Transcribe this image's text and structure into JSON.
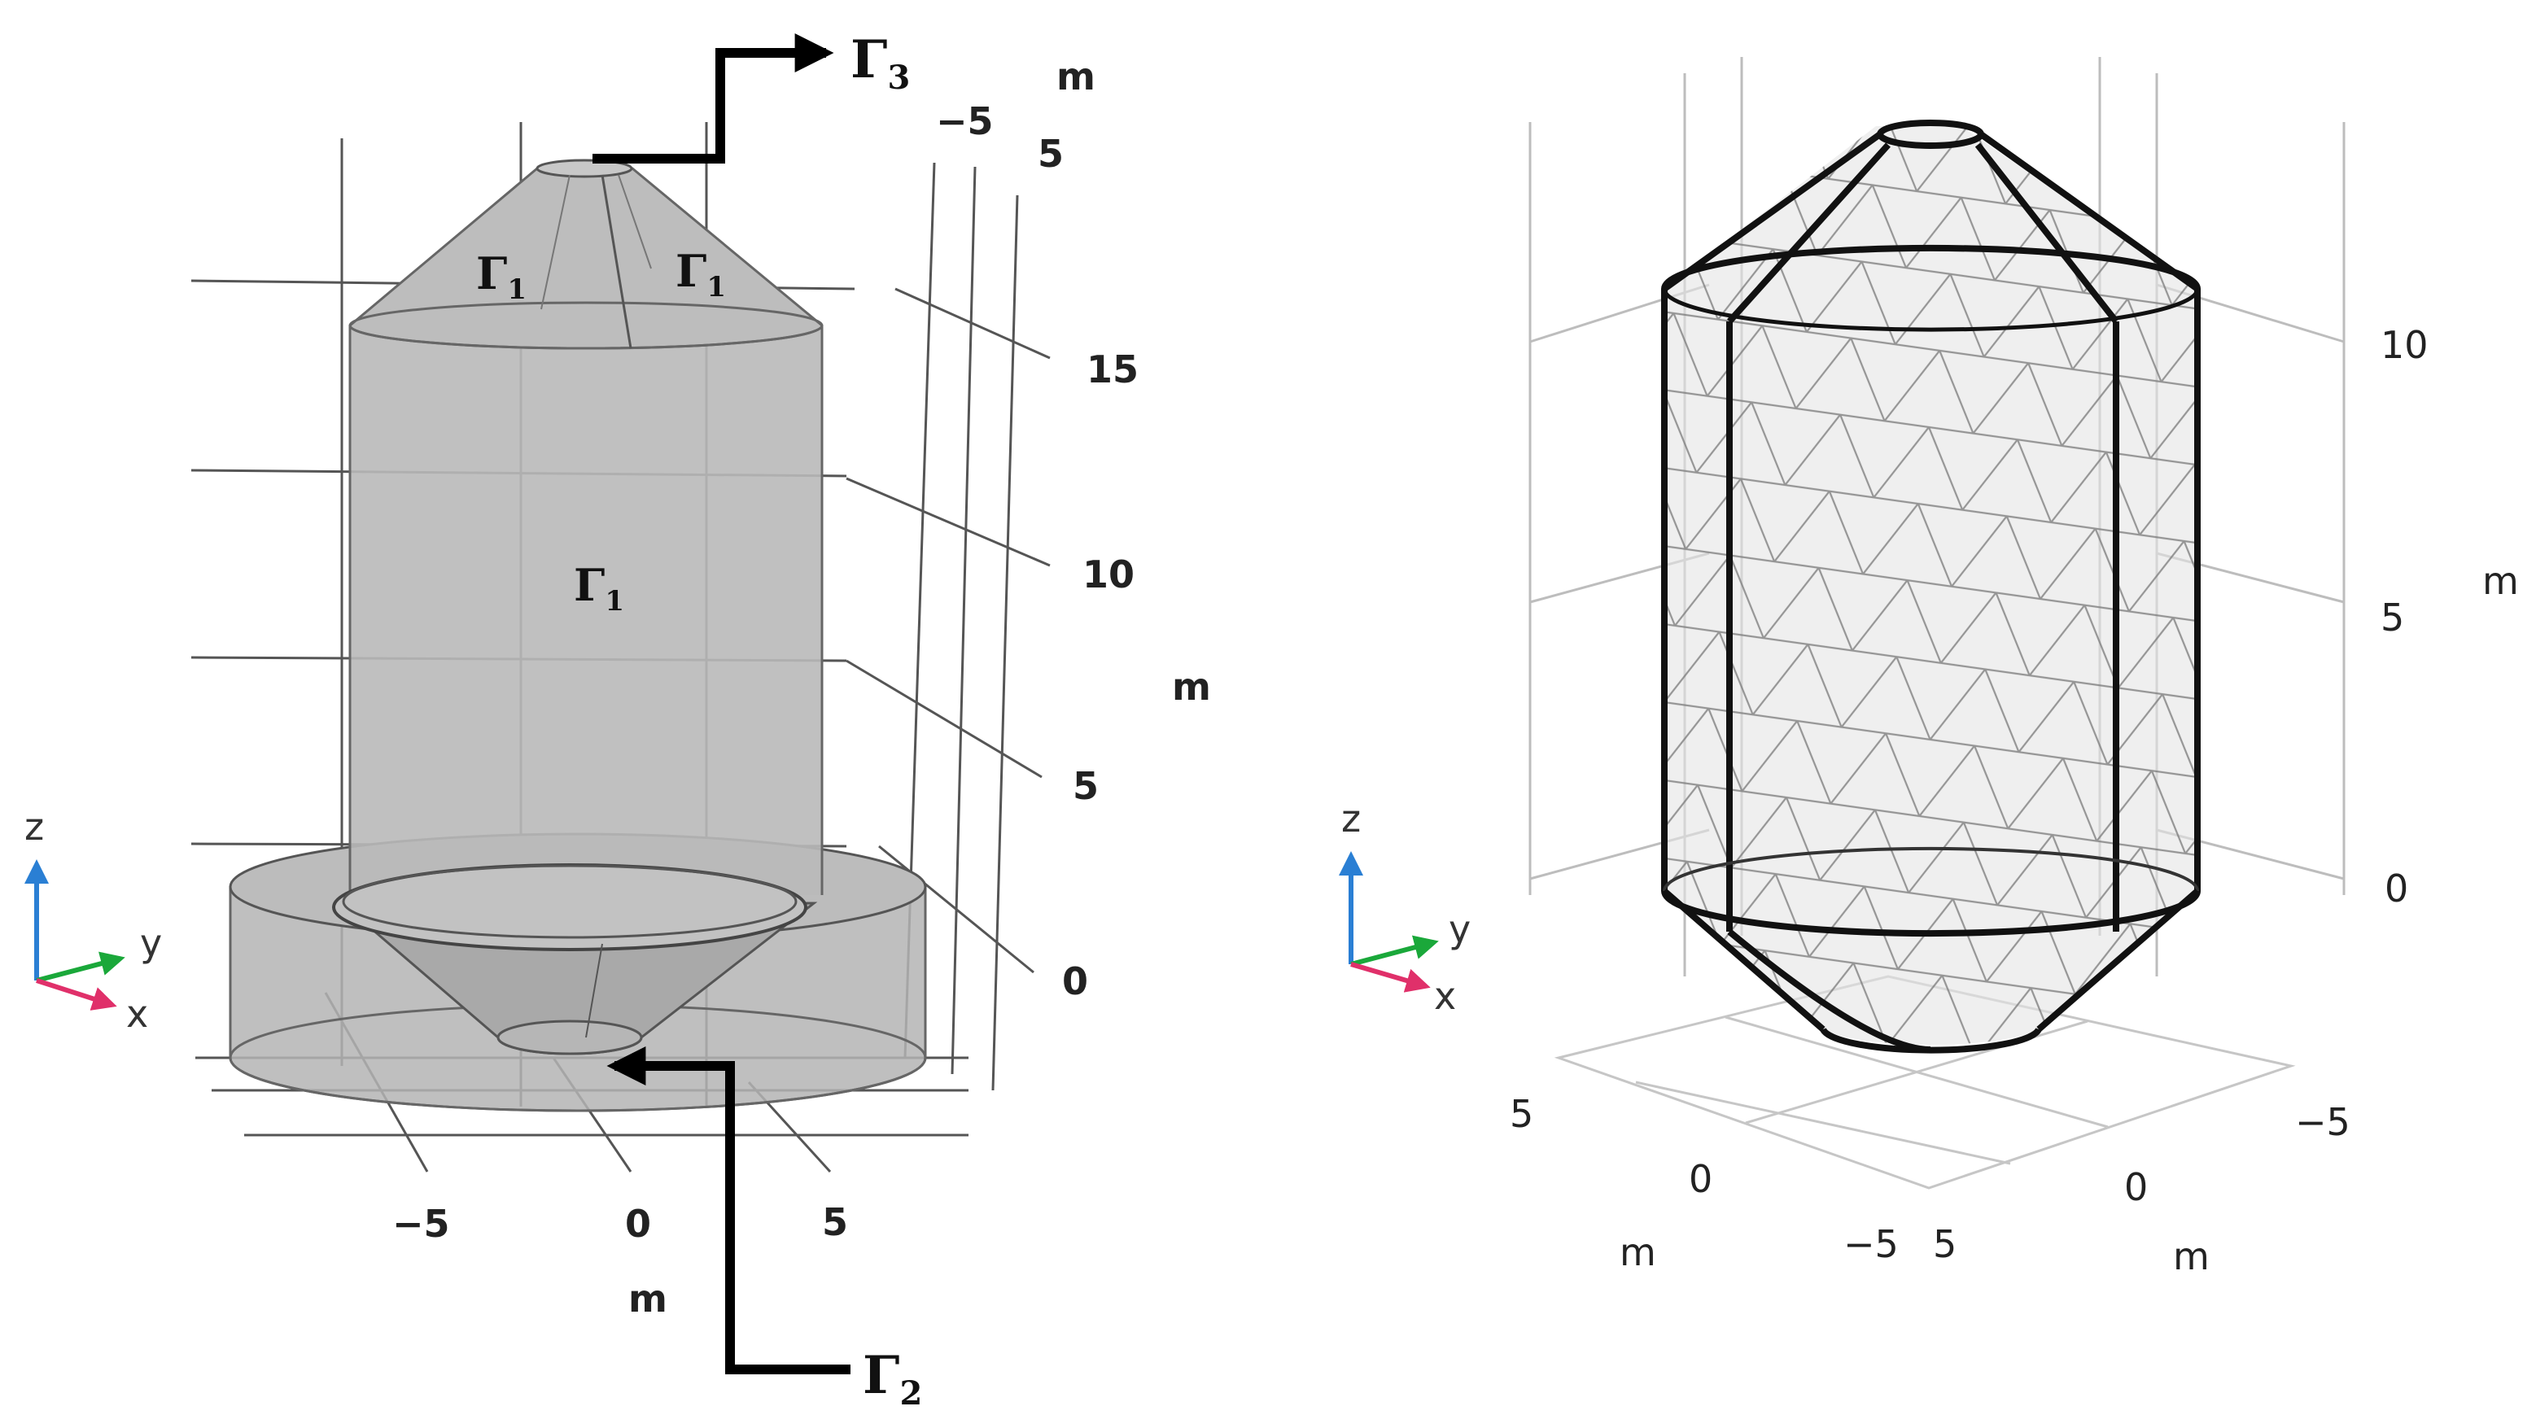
{
  "left_panel": {
    "labels": {
      "gamma1_top_left": {
        "sym": "Γ",
        "sub": "1"
      },
      "gamma1_top_right": {
        "sym": "Γ",
        "sub": "1"
      },
      "gamma1_body": {
        "sym": "Γ",
        "sub": "1"
      },
      "gamma3_outlet": {
        "sym": "Γ",
        "sub": "3"
      },
      "gamma2_inlet": {
        "sym": "Γ",
        "sub": "2"
      }
    },
    "vertical_axis": {
      "ticks": [
        "15",
        "10",
        "5",
        "0"
      ],
      "unit": "m"
    },
    "depth_axis": {
      "ticks": [
        "−5",
        "5"
      ],
      "unit": "m"
    },
    "horizontal_axis": {
      "ticks": [
        "−5",
        "0",
        "5"
      ],
      "unit": "m"
    },
    "triad": {
      "z": "z",
      "y": "y",
      "x": "x"
    },
    "colors": {
      "fill": "#b9b9b9",
      "edge": "#555555",
      "arrow": "#000000"
    }
  },
  "right_panel": {
    "vertical_axis": {
      "ticks": [
        "10",
        "5",
        "0"
      ],
      "unit": "m"
    },
    "floor_axis_left": {
      "ticks": [
        "5",
        "0",
        "−5"
      ],
      "unit": "m"
    },
    "floor_axis_right": {
      "ticks": [
        "−5",
        "0",
        "5"
      ],
      "unit": "m"
    },
    "triad": {
      "z": "z",
      "y": "y",
      "x": "x"
    },
    "colors": {
      "mesh": "#666666",
      "frame": "#111111"
    }
  }
}
